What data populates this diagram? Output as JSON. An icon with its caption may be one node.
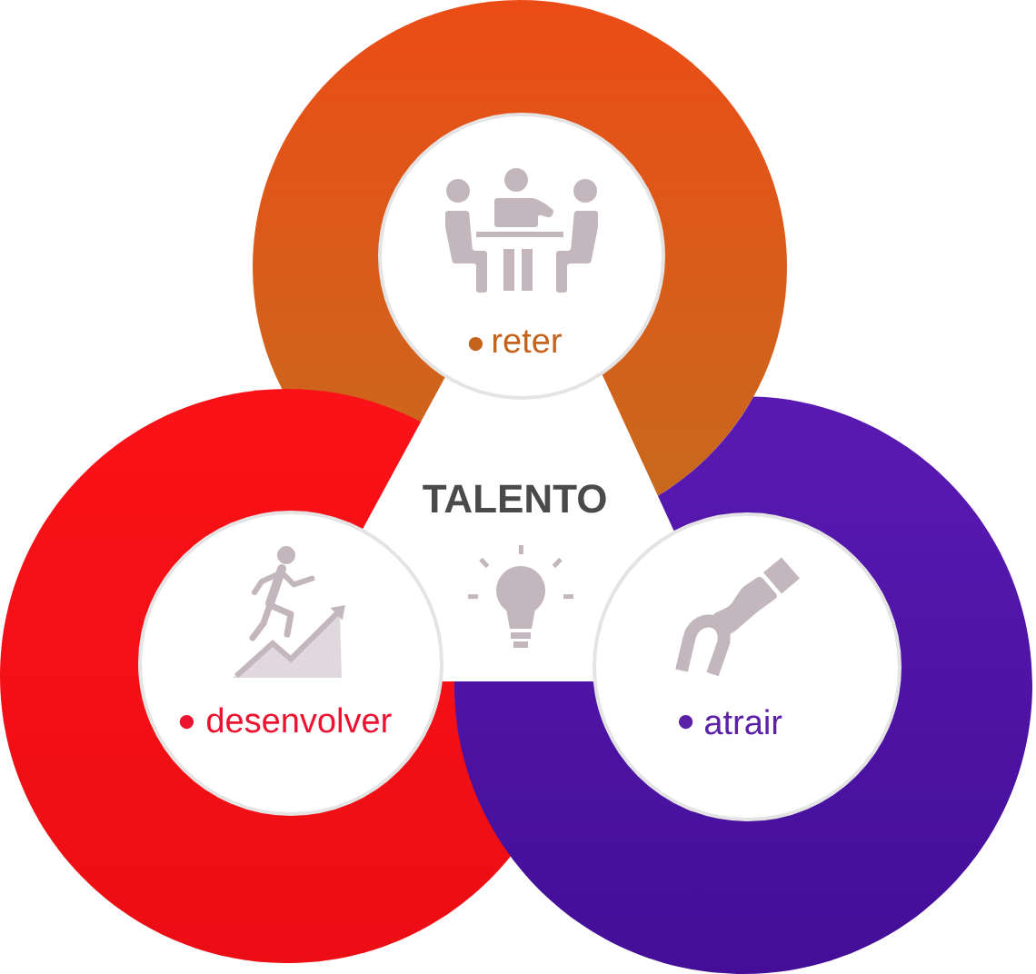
{
  "diagram": {
    "nodes": [
      {
        "text": [
          "reter"
        ]
      },
      {
        "text": [
          "TALENTO"
        ]
      },
      {
        "text": [
          "desenvolver"
        ]
      },
      {
        "text": [
          "atrair"
        ]
      }
    ]
  }
}
